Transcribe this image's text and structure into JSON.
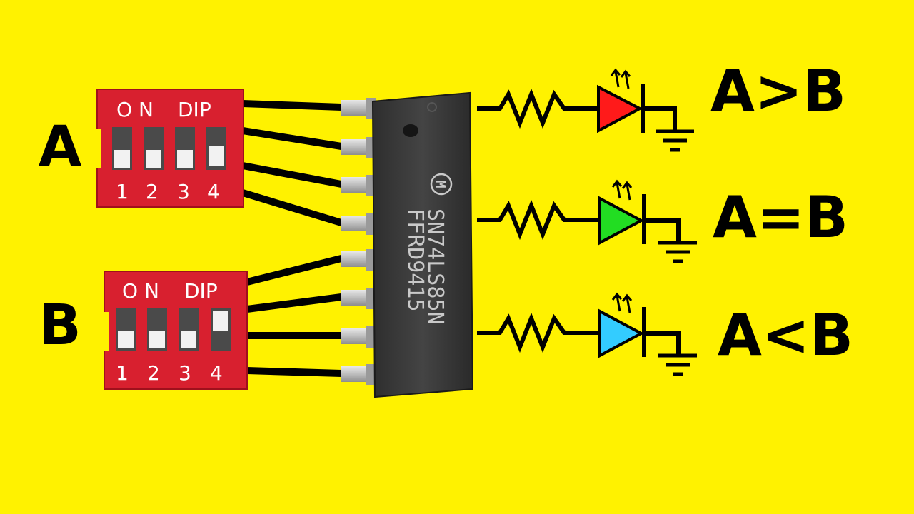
{
  "colors": {
    "background": "#fff200",
    "dip_body": "#d8202f",
    "chip_body": "#3a3a3a",
    "led_red": "#ff1a1a",
    "led_green": "#22dd22",
    "led_cyan": "#33ccff"
  },
  "inputs": {
    "a": {
      "label": "A",
      "switch": {
        "on_label": "O N",
        "type_label": "DIP",
        "numbers": [
          "1",
          "2",
          "3",
          "4"
        ]
      }
    },
    "b": {
      "label": "B",
      "switch": {
        "on_label": "O N",
        "type_label": "DIP",
        "numbers": [
          "1",
          "2",
          "3",
          "4"
        ]
      }
    }
  },
  "chip": {
    "logo": "M",
    "part_number": "SN74LS85N",
    "date_code": "FFRD9415"
  },
  "outputs": [
    {
      "label": "A>B",
      "led_color": "#ff1a1a"
    },
    {
      "label": "A=B",
      "led_color": "#22dd22"
    },
    {
      "label": "A<B",
      "led_color": "#33ccff"
    }
  ]
}
